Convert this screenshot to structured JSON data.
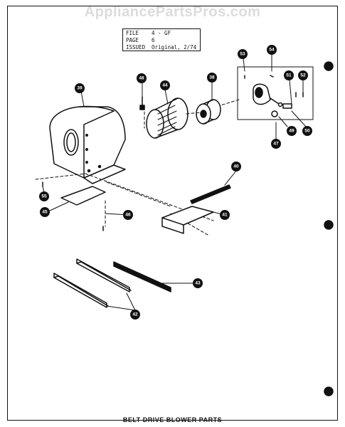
{
  "watermark": "AppliancePartsPros.com",
  "info": {
    "file_label": "FILE",
    "file_value": "4 - GF",
    "page_label": "PAGE",
    "page_value": "6",
    "issued_label": "ISSUED",
    "issued_value": "Original, 2/74"
  },
  "title": "BELT DRIVE BLOWER PARTS",
  "callouts": {
    "c39": "39",
    "c48": "48",
    "c44": "44",
    "c38": "38",
    "c53": "53",
    "c54": "54",
    "c51": "51",
    "c52": "52",
    "c49": "49",
    "c50": "50",
    "c47": "47",
    "c40": "40",
    "c55": "55",
    "c45": "45",
    "c46": "46",
    "c41": "41",
    "c43": "43",
    "c42": "42"
  }
}
